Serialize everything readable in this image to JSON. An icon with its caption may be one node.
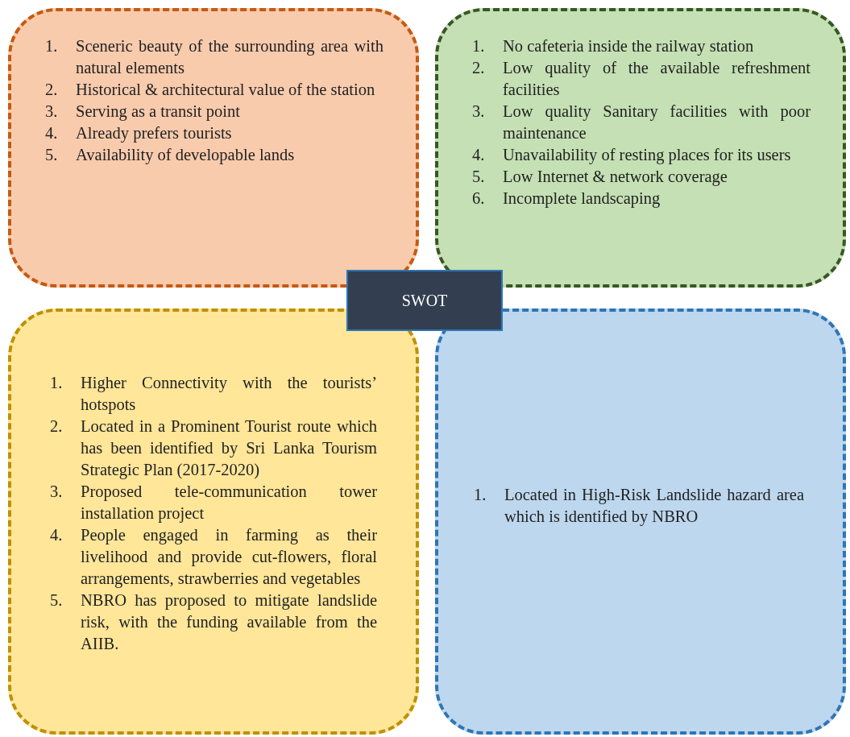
{
  "diagram": {
    "nodes": [
      {
        "text": [
          "1. Sceneric beauty of the surrounding area with natural elements",
          "2. Historical & architectural value of the station",
          "3. Serving as a transit point",
          "4. Already prefers tourists",
          "5. Availability of developable lands"
        ]
      },
      {
        "text": [
          "1. No cafeteria inside the railway station",
          "2. Low quality of the available refreshment facilities",
          "3. Low quality Sanitary facilities with poor maintenance",
          "4. Unavailability of resting places for its users",
          "5. Low Internet & network coverage",
          "6. Incomplete landscaping"
        ]
      },
      {
        "text": [
          "1. Higher Connectivity with the tourists’ hotspots",
          "2. Located in a Prominent Tourist route which has been identified by Sri Lanka Tourism Strategic Plan (2017-2020)",
          "3. Proposed tele-communication tower installation project",
          "4. People engaged in farming as their livelihood and provide cut-flowers, floral arrangements, strawberries and vegetables",
          "5. NBRO has proposed to mitigate landslide risk, with the funding available from the AIIB."
        ]
      },
      {
        "text": [
          "1. Located in High-Risk Landslide hazard area which is identified by NBRO"
        ]
      },
      {
        "text": [
          "SWOT"
        ]
      }
    ]
  }
}
